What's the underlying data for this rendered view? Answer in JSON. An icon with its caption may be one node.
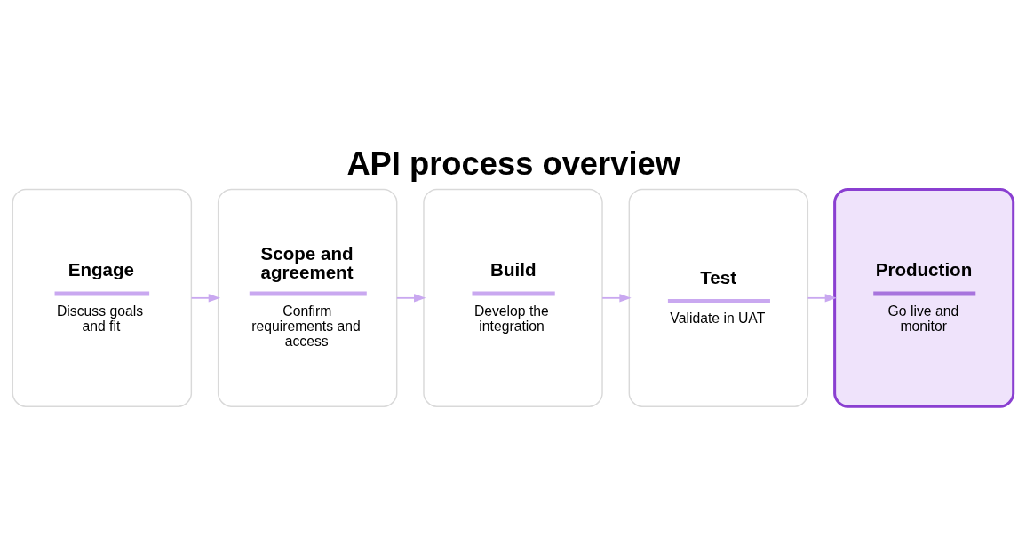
{
  "diagram": {
    "title": "API process overview",
    "nodes": [
      {
        "text": [
          "Engage",
          "Discuss goals and fit"
        ]
      },
      {
        "text": [
          "Scope and agreement",
          "Confirm requirements and access"
        ]
      },
      {
        "text": [
          "Build",
          "Develop the integration"
        ]
      },
      {
        "text": [
          "Test",
          "Validate in UAT"
        ]
      },
      {
        "text": [
          "Production",
          "Go live and monitor"
        ]
      }
    ],
    "edges": [
      {
        "from": 0,
        "to": 1,
        "arrow": "to"
      },
      {
        "from": 1,
        "to": 2,
        "arrow": "to"
      },
      {
        "from": 2,
        "to": 3,
        "arrow": "to"
      },
      {
        "from": 3,
        "to": 4,
        "arrow": "to"
      }
    ]
  }
}
